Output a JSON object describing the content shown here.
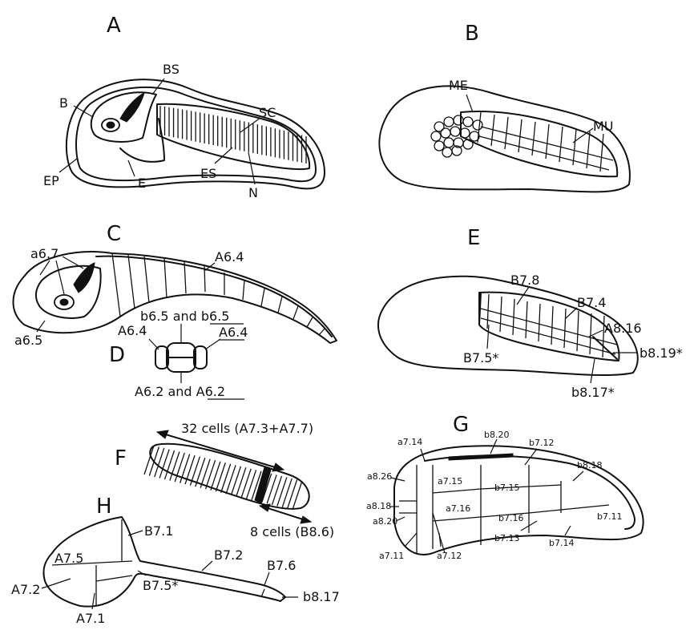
{
  "panels": {
    "A": {
      "letter": "A",
      "labels": {
        "BS": "BS",
        "B": "B",
        "SC": "SC",
        "EP": "EP",
        "E": "E",
        "ES": "ES",
        "N": "N"
      }
    },
    "B": {
      "letter": "B",
      "labels": {
        "ME": "ME",
        "MU": "MU"
      }
    },
    "C": {
      "letter": "C",
      "labels": {
        "a67": "a6.7",
        "A64": "A6.4",
        "a65": "a6.5"
      }
    },
    "D": {
      "letter": "D",
      "labels": {
        "b65": "b6.5 and b6.5",
        "A64_left": "A6.4",
        "A64_right": "A6.4",
        "A62": "A6.2 and A6.2"
      }
    },
    "E": {
      "letter": "E",
      "labels": {
        "B78": "B7.8",
        "B74": "B7.4",
        "A816": "A8.16",
        "b819": "b8.19*",
        "B75": "B7.5*",
        "b817": "b8.17*"
      }
    },
    "F": {
      "letter": "F",
      "labels": {
        "cells32": "32 cells (A7.3+A7.7)",
        "cells8": "8 cells (B8.6)"
      }
    },
    "G": {
      "letter": "G",
      "labels": {
        "a714": "a7.14",
        "b820": "b8.20",
        "b712_top": "b7.12",
        "a826": "a8.26",
        "b818": "b8.18",
        "a715": "a7.15",
        "b715": "b7.15",
        "a818": "a8.18",
        "a716": "a7.16",
        "b716": "b7.16",
        "b711": "b7.11",
        "a820": "a8.20",
        "b713": "b7.13",
        "b714": "b7.14",
        "a711": "a7.11",
        "a712": "a7.12"
      }
    },
    "H": {
      "letter": "H",
      "labels": {
        "B71": "B7.1",
        "B72": "B7.2",
        "A75": "A7.5",
        "B76": "B7.6",
        "A72": "A7.2",
        "B75": "B7.5*",
        "b817": "b8.17",
        "A71": "A7.1"
      }
    }
  }
}
